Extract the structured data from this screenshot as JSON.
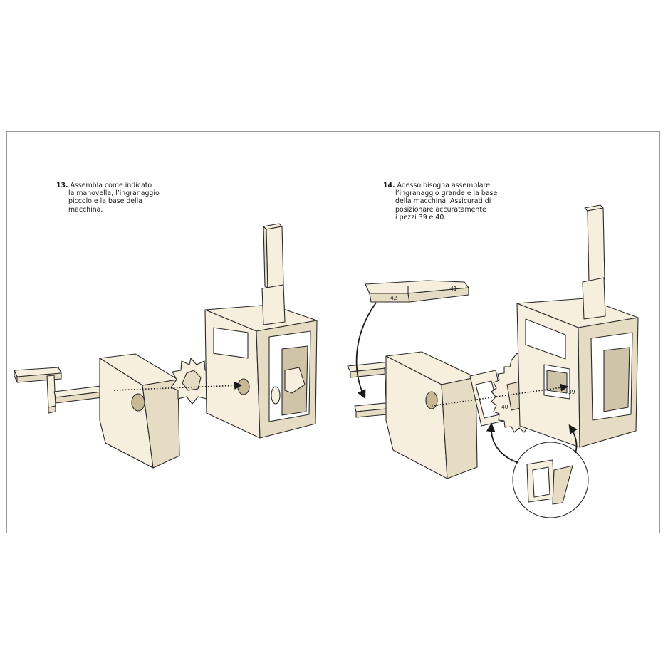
{
  "step13": {
    "number": "13.",
    "lines": [
      "Assembla come indicato",
      "la manovella, l’ingranaggio",
      "piccolo e la base della",
      "macchina."
    ]
  },
  "step14": {
    "number": "14.",
    "lines": [
      "Adesso bisogna assemblare",
      "l’ingranaggio grande e la base",
      "della macchina. Assicurati di",
      "posizionare accuratamente",
      "i pezzi 39 e 40."
    ]
  },
  "part_labels": {
    "p42": "42",
    "p41": "41",
    "p40": "40",
    "p39": "39"
  },
  "colors": {
    "paper": "#f7efdd",
    "shade": "#e6dcc4",
    "dark_shade": "#cfc3a8",
    "line": "#2a2a2a"
  }
}
